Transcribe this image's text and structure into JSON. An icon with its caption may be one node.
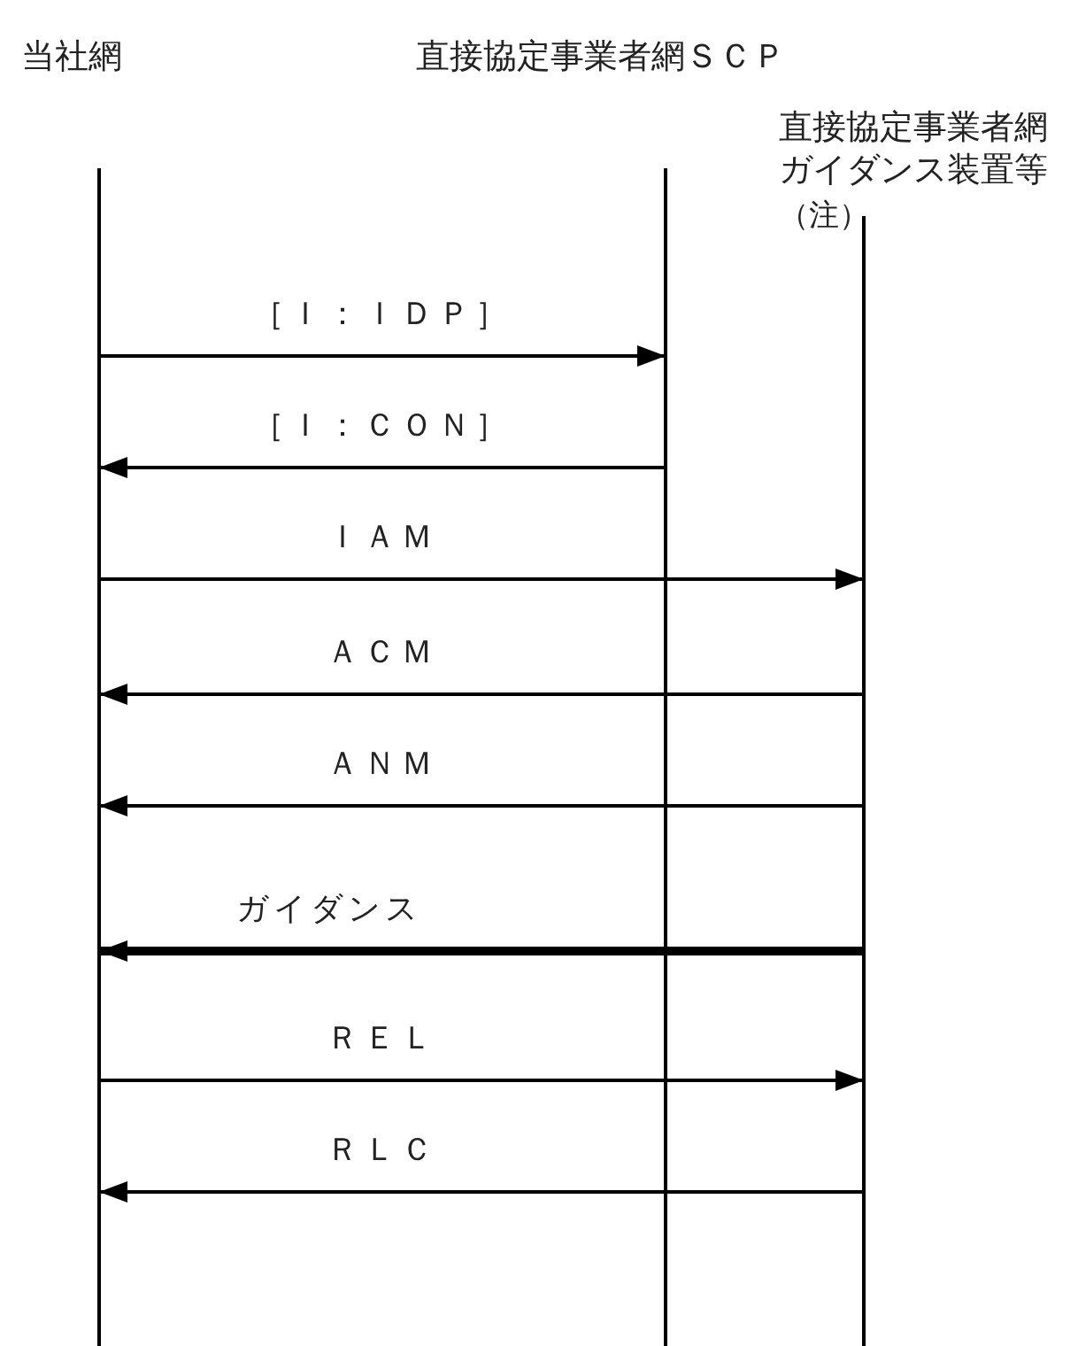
{
  "diagram": {
    "nodes": [
      {
        "text": [
          "当社網"
        ]
      },
      {
        "text": [
          "直接協定事業者網ＳＣＰ"
        ]
      },
      {
        "text": [
          "直接協定事業者網ガイダンス装置等"
        ],
        "beside": [
          "（注）"
        ]
      }
    ],
    "edges": [
      {
        "from": 0,
        "to": 1,
        "arrow": "to",
        "label": "［Ｉ：ＩＤＰ］"
      },
      {
        "from": 1,
        "to": 0,
        "arrow": "to",
        "label": "［Ｉ：ＣＯＮ］"
      },
      {
        "from": 0,
        "to": 2,
        "arrow": "to",
        "label": "ＩＡＭ"
      },
      {
        "from": 2,
        "to": 0,
        "arrow": "to",
        "label": "ＡＣＭ"
      },
      {
        "from": 2,
        "to": 0,
        "arrow": "to",
        "label": "ＡＮＭ"
      },
      {
        "from": 2,
        "to": 0,
        "arrow": "to",
        "label": "ガイダンス",
        "style": "thick"
      },
      {
        "from": 0,
        "to": 2,
        "arrow": "to",
        "label": "ＲＥＬ"
      },
      {
        "from": 2,
        "to": 0,
        "arrow": "to",
        "label": "ＲＬＣ"
      }
    ]
  }
}
